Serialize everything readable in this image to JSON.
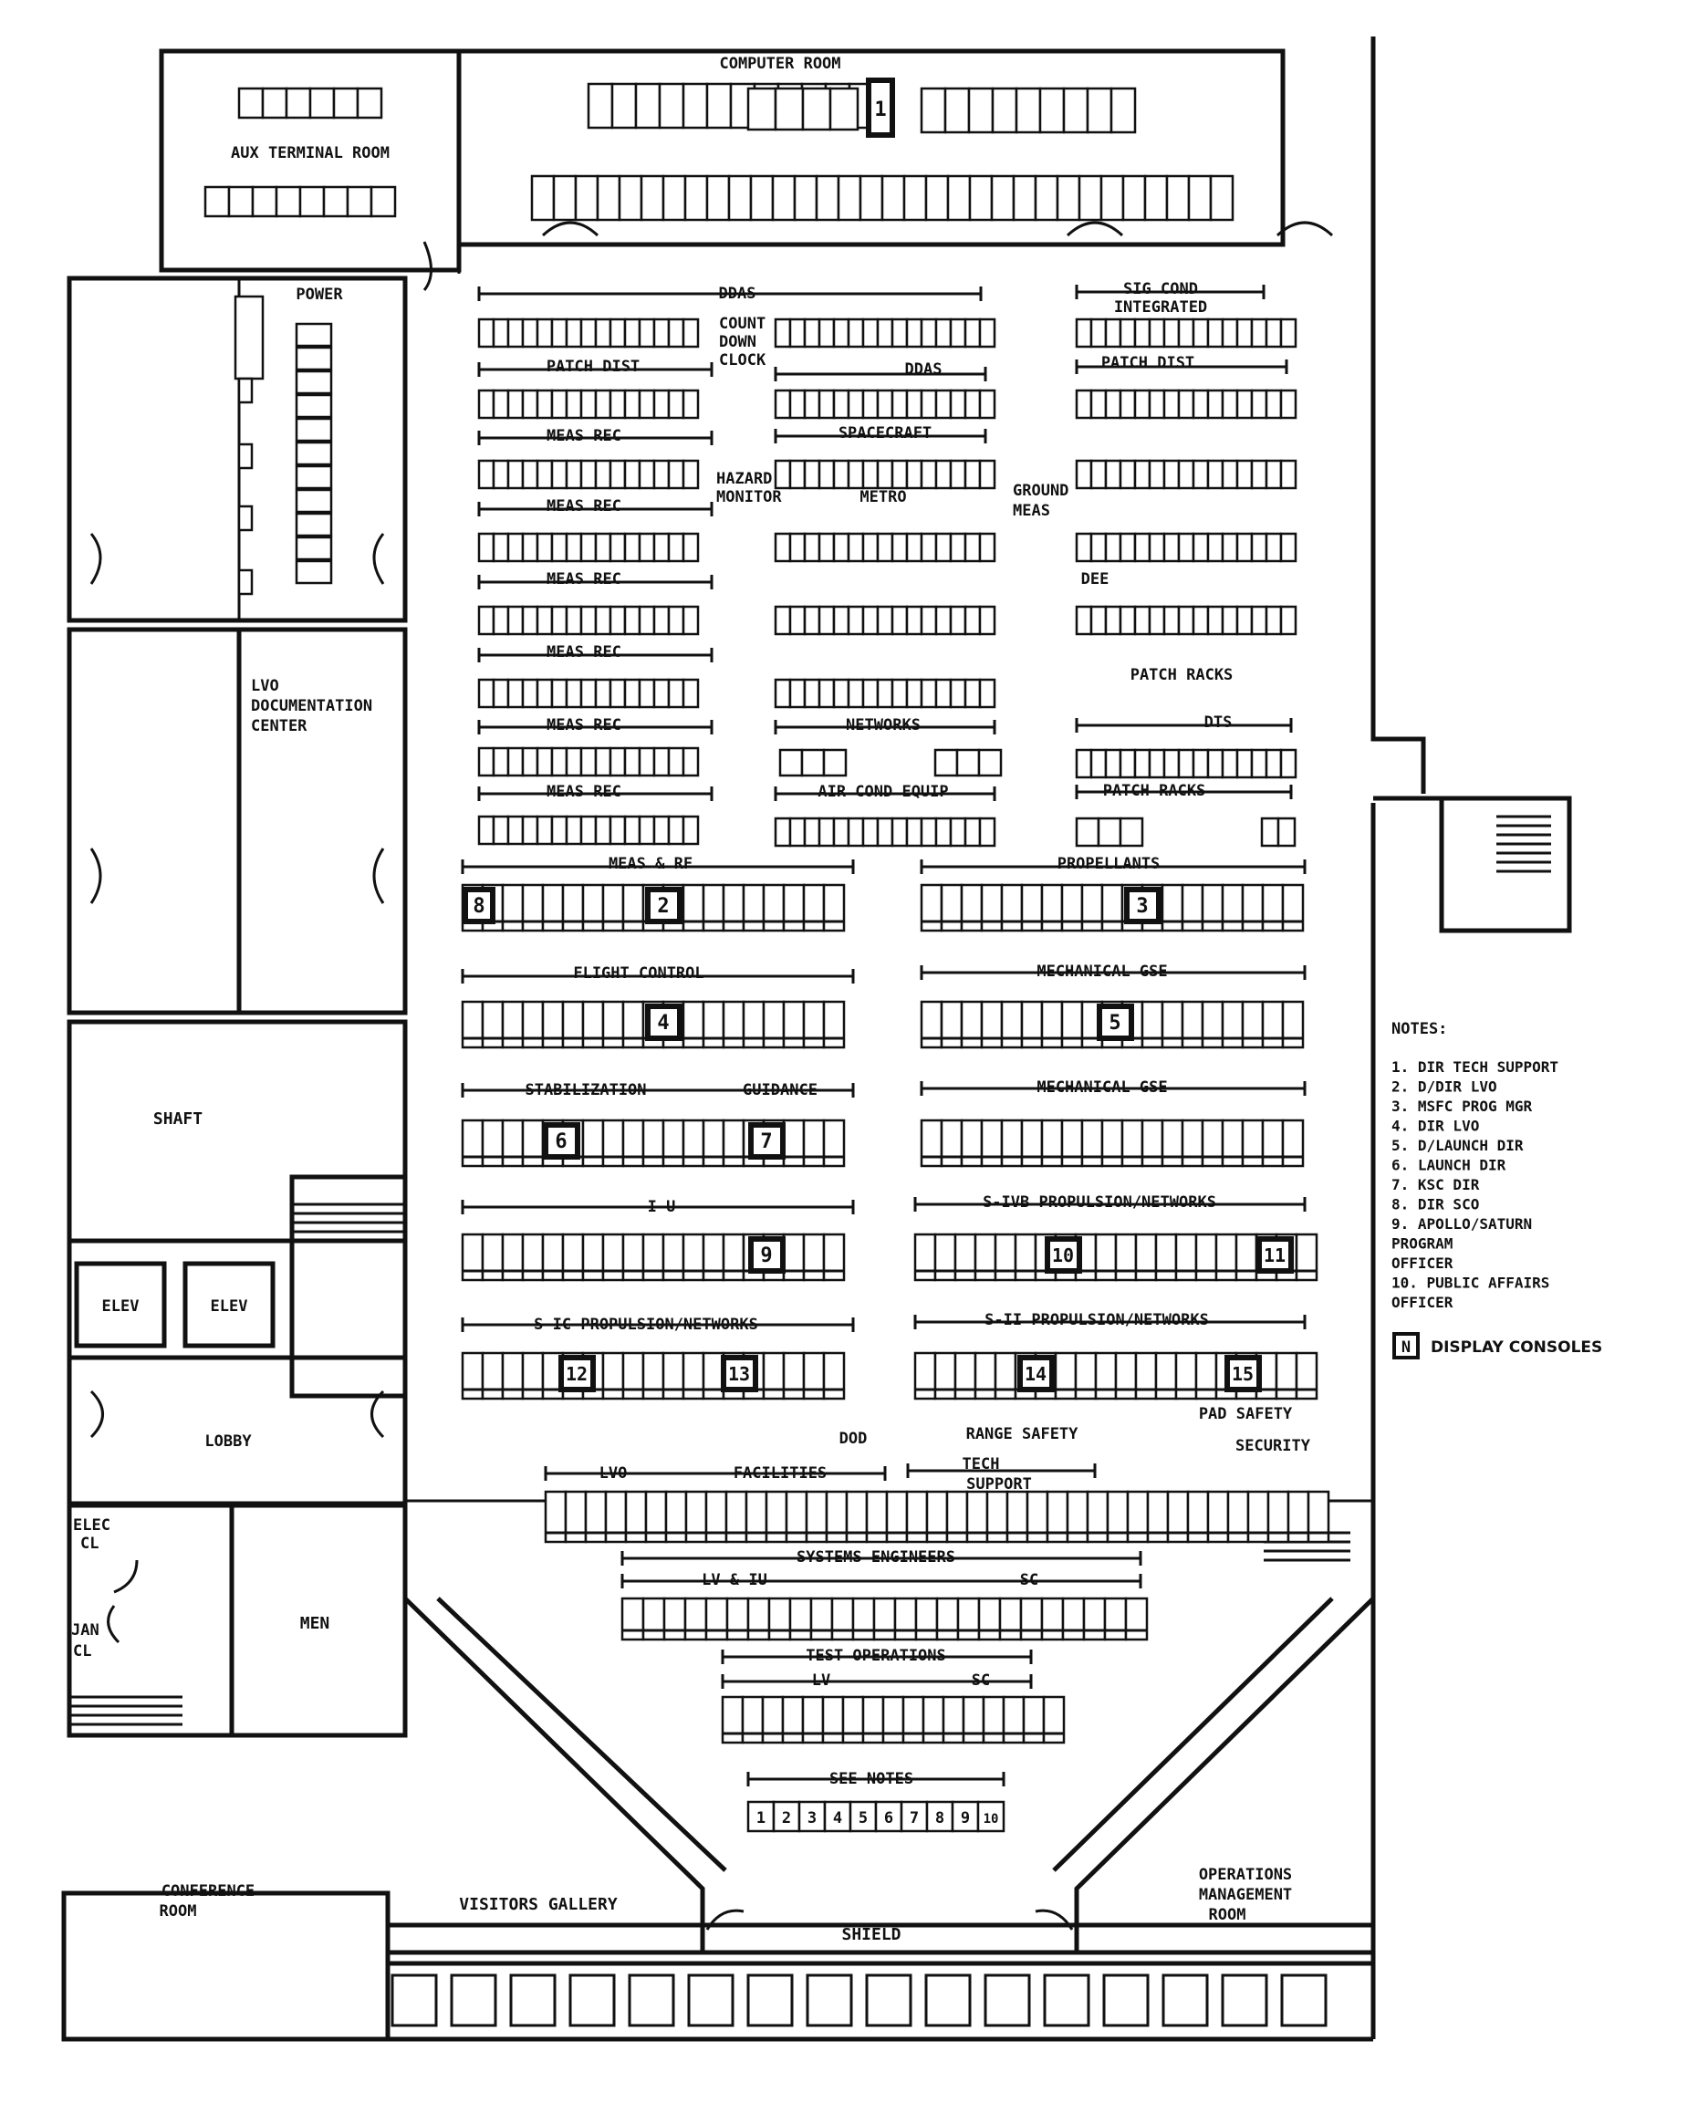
{
  "rooms": {
    "computer_room": "COMPUTER ROOM",
    "aux_terminal_room": "AUX TERMINAL ROOM",
    "power": "POWER",
    "lvo_documentation_center": [
      "LVO",
      "DOCUMENTATION",
      "CENTER"
    ],
    "shaft": "SHAFT",
    "elev": "ELEV",
    "lobby": "LOBBY",
    "elec_cl": [
      "ELEC",
      "CL"
    ],
    "jan_cl": [
      "JAN",
      "CL"
    ],
    "men": "MEN",
    "conference_room": [
      "CONFERENCE",
      "ROOM"
    ],
    "visitors_gallery": "VISITORS GALLERY",
    "shield": "SHIELD",
    "operations_management_room": [
      "OPERATIONS",
      "MANAGEMENT",
      "ROOM"
    ]
  },
  "labels": {
    "ddas_top": "DDAS",
    "sig_cond": "SIG COND",
    "integrated": "INTEGRATED",
    "count_down_clock": [
      "COUNT",
      "DOWN",
      "CLOCK"
    ],
    "patch_dist": "PATCH DIST",
    "ddas_mid": "DDAS",
    "meas_rec": "MEAS REC",
    "spacecraft": "SPACECRAFT",
    "hazard_monitor": [
      "HAZARD",
      "MONITOR"
    ],
    "metro": "METRO",
    "ground_meas": [
      "GROUND",
      "MEAS"
    ],
    "dee": "DEE",
    "patch_racks": "PATCH RACKS",
    "dts": "DTS",
    "networks": "NETWORKS",
    "air_cond_equip": "AIR COND EQUIP",
    "meas_rf": "MEAS & RF",
    "propellants": "PROPELLANTS",
    "flight_control": "FLIGHT CONTROL",
    "mechanical_gse": "MECHANICAL GSE",
    "stabilization": "STABILIZATION",
    "guidance": "GUIDANCE",
    "iu": "I U",
    "sivb": "S-IVB PROPULSION/NETWORKS",
    "sic": "S-IC PROPULSION/NETWORKS",
    "sii": "S-II PROPULSION/NETWORKS",
    "dod": "DOD",
    "range_safety": "RANGE SAFETY",
    "pad_safety": "PAD SAFETY",
    "security": "SECURITY",
    "lvo": "LVO",
    "facilities": "FACILITIES",
    "tech_support": [
      "TECH",
      "SUPPORT"
    ],
    "systems_engineers": "SYSTEMS ENGINEERS",
    "lv_iu": "LV & IU",
    "sc": "SC",
    "test_operations": "TEST OPERATIONS",
    "lv": "LV",
    "see_notes": "SEE NOTES"
  },
  "console_numbers": [
    "1",
    "2",
    "3",
    "4",
    "5",
    "6",
    "7",
    "8",
    "9",
    "10",
    "11",
    "12",
    "13",
    "14",
    "15"
  ],
  "front_row_numbers": [
    "1",
    "2",
    "3",
    "4",
    "5",
    "6",
    "7",
    "8",
    "9",
    "10"
  ],
  "notes": {
    "title": "NOTES:",
    "items": [
      "1.  DIR TECH SUPPORT",
      "2.  D/DIR LVO",
      "3.  MSFC PROG MGR",
      "4.  DIR LVO",
      "5.  D/LAUNCH DIR",
      "6.  LAUNCH DIR",
      "7.  KSC DIR",
      "8.  DIR SCO",
      "9.  APOLLO/SATURN",
      "    PROGRAM",
      "    OFFICER",
      "10. PUBLIC AFFAIRS",
      "    OFFICER"
    ],
    "legend_symbol": "N",
    "legend_text": "DISPLAY CONSOLES"
  }
}
